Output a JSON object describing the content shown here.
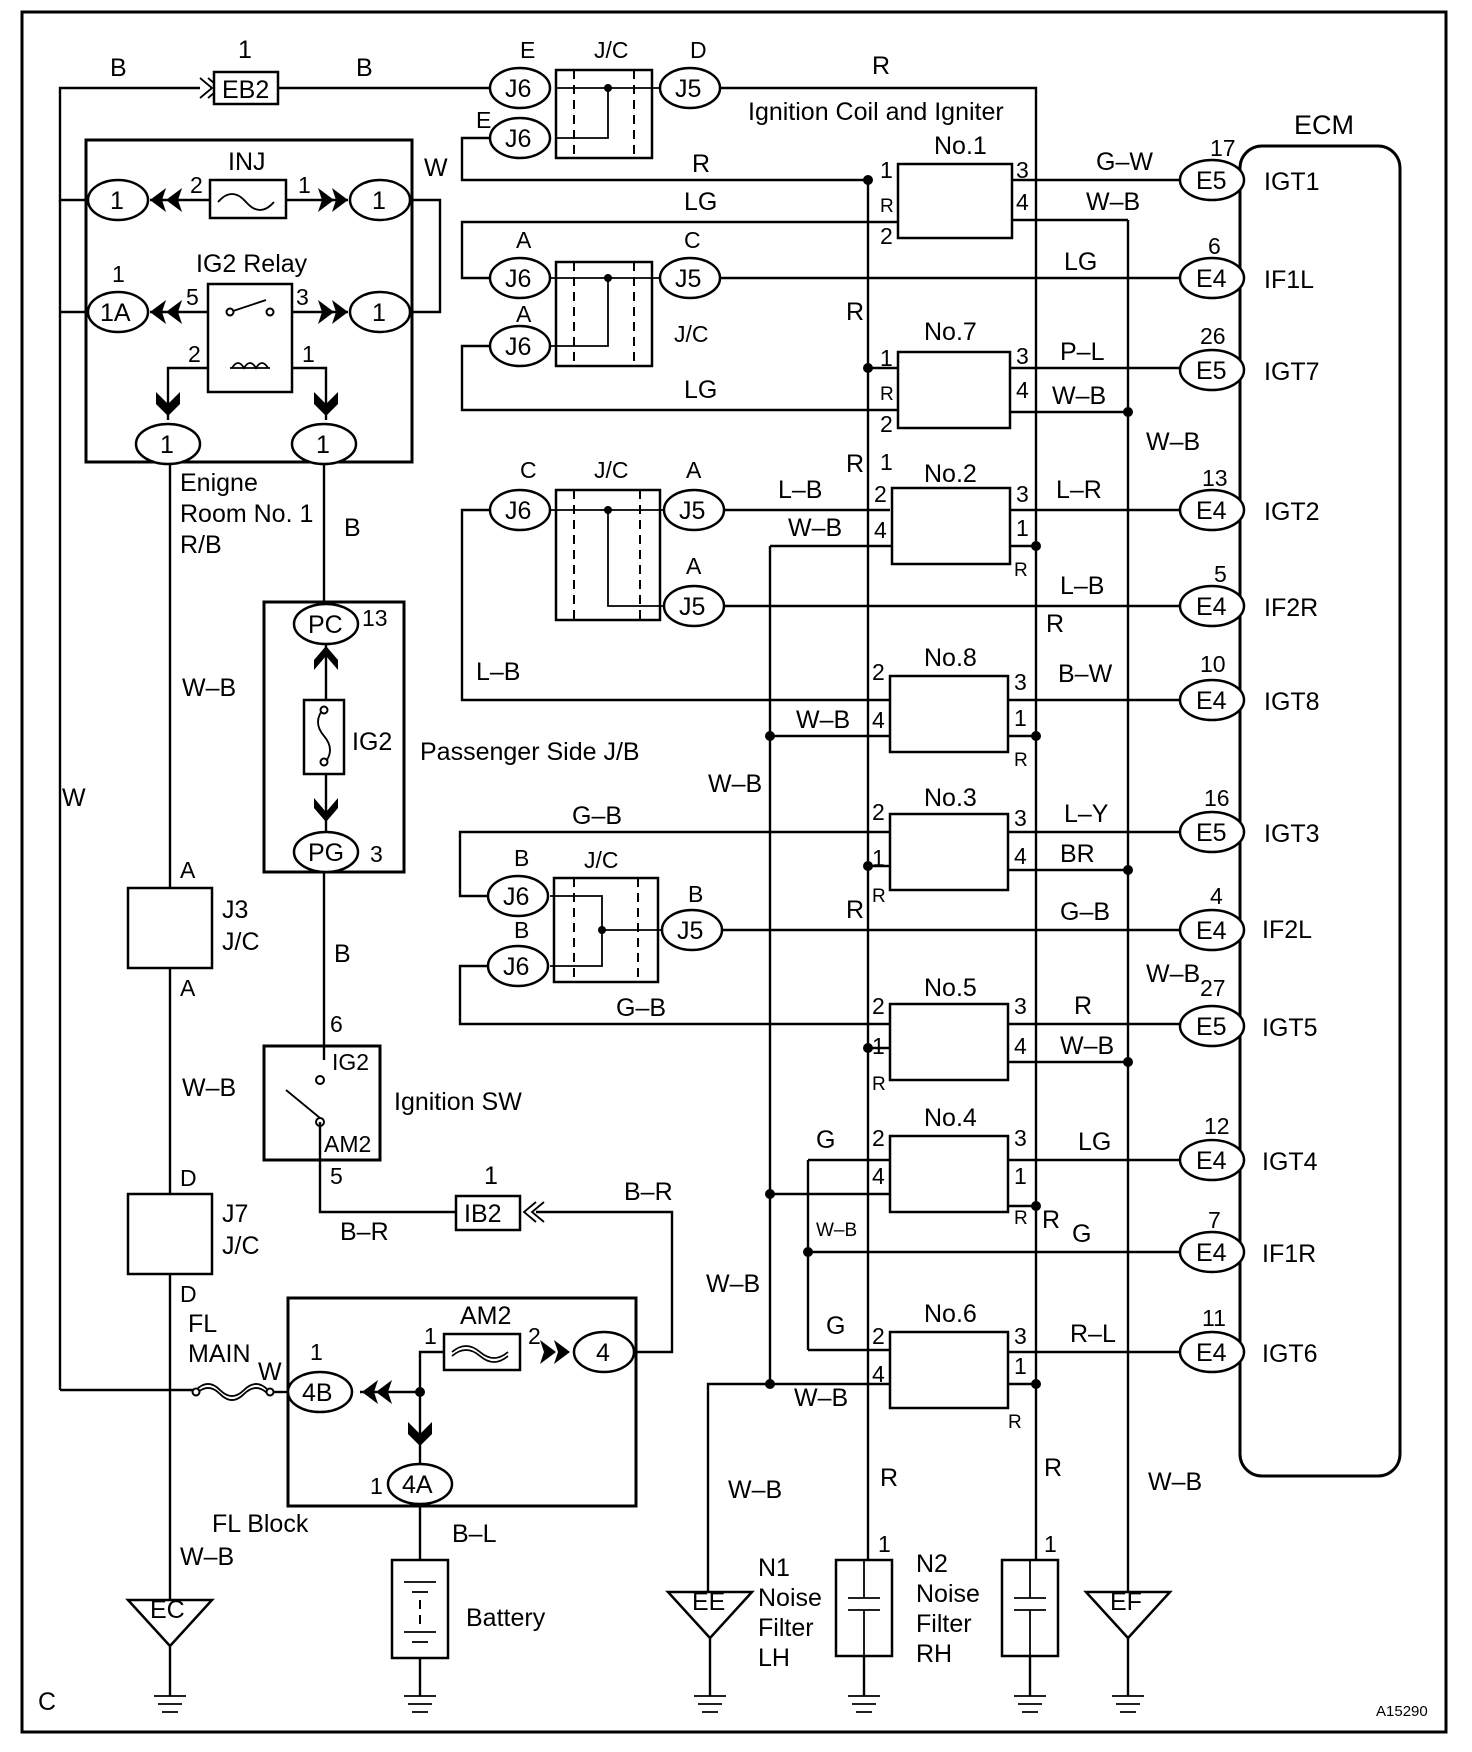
{
  "diagram_id": "A15290",
  "corner_label": "C",
  "components": {
    "ecm": {
      "label": "ECM"
    },
    "ignition_coil_header": "Ignition Coil and Igniter",
    "engine_room_jb": {
      "label_line1": "Enigne",
      "label_line2": "Room No. 1",
      "label_line3": "R/B"
    },
    "inj_fuse": {
      "label": "INJ"
    },
    "ig2_relay": {
      "label": "IG2 Relay"
    },
    "passenger_jb": {
      "label": "Passenger Side J/B"
    },
    "ig2_fuse": {
      "label": "IG2"
    },
    "ignition_sw": {
      "label": "Ignition SW",
      "ig2": "IG2",
      "am2": "AM2"
    },
    "j3": {
      "label": "J3",
      "sub": "J/C"
    },
    "j7": {
      "label": "J7",
      "sub": "J/C"
    },
    "fl_main": {
      "line1": "FL",
      "line2": "MAIN"
    },
    "fl_block": {
      "label": "FL Block"
    },
    "am2_fuse": {
      "label": "AM2"
    },
    "battery": {
      "label": "Battery"
    },
    "n1": {
      "l1": "N1",
      "l2": "Noise",
      "l3": "Filter",
      "l4": "LH"
    },
    "n2": {
      "l1": "N2",
      "l2": "Noise",
      "l3": "Filter",
      "l4": "RH"
    },
    "jc": "J/C"
  },
  "connectors": {
    "eb2": "EB2",
    "ib2": "IB2",
    "j6": "J6",
    "j5": "J5",
    "one": "1",
    "c1a": "1A",
    "pc": "PC",
    "pg": "PG",
    "c4b": "4B",
    "c4a": "4A",
    "c4": "4"
  },
  "grounds": {
    "ec": "EC",
    "ee": "EE",
    "ef": "EF"
  },
  "coils": [
    {
      "name": "No.1",
      "ecm_pin": "E5",
      "ecm_pin_no": "17",
      "ecm_signal": "IGT1",
      "sig_wire": "G–W",
      "gnd_wire": "W–B"
    },
    {
      "name": "No.7",
      "ecm_pin": "E5",
      "ecm_pin_no": "26",
      "ecm_signal": "IGT7",
      "sig_wire": "P–L",
      "gnd_wire": "W–B"
    },
    {
      "name": "No.2",
      "ecm_pin": "E4",
      "ecm_pin_no": "13",
      "ecm_signal": "IGT2",
      "sig_wire": "L–R",
      "gnd_wire": "W–B"
    },
    {
      "name": "No.8",
      "ecm_pin": "E4",
      "ecm_pin_no": "10",
      "ecm_signal": "IGT8",
      "sig_wire": "B–W",
      "gnd_wire": "W–B"
    },
    {
      "name": "No.3",
      "ecm_pin": "E5",
      "ecm_pin_no": "16",
      "ecm_signal": "IGT3",
      "sig_wire": "L–Y",
      "gnd_wire": "BR"
    },
    {
      "name": "No.5",
      "ecm_pin": "E5",
      "ecm_pin_no": "27",
      "ecm_signal": "IGT5",
      "sig_wire": "R",
      "gnd_wire": "W–B"
    },
    {
      "name": "No.4",
      "ecm_pin": "E4",
      "ecm_pin_no": "12",
      "ecm_signal": "IGT4",
      "sig_wire": "LG",
      "gnd_wire": "W–B"
    },
    {
      "name": "No.6",
      "ecm_pin": "E4",
      "ecm_pin_no": "11",
      "ecm_signal": "IGT6",
      "sig_wire": "R–L",
      "gnd_wire": "W–B"
    }
  ],
  "ecm_inputs": [
    {
      "signal": "IF1L",
      "pin": "E4",
      "pin_no": "6",
      "wire": "LG"
    },
    {
      "signal": "IF2R",
      "pin": "E4",
      "pin_no": "5",
      "wire": "L–B"
    },
    {
      "signal": "IF2L",
      "pin": "E4",
      "pin_no": "4",
      "wire": "G–B"
    },
    {
      "signal": "IF1R",
      "pin": "E4",
      "pin_no": "7",
      "wire": "G"
    }
  ],
  "wire_colors": {
    "b": "B",
    "r": "R",
    "w": "W",
    "lg": "LG",
    "wb": "W–B",
    "lb": "L–B",
    "gb": "G–B",
    "g": "G",
    "br": "B–R",
    "bl": "B–L",
    "rb": "R/B"
  },
  "pin_numbers": {
    "p1": "1",
    "p2": "2",
    "p3": "3",
    "p4": "4",
    "p5": "5",
    "p6": "6",
    "p13": "13"
  },
  "terminal_letters": {
    "a": "A",
    "b": "B",
    "c": "C",
    "d": "D",
    "e": "E",
    "r": "R"
  }
}
